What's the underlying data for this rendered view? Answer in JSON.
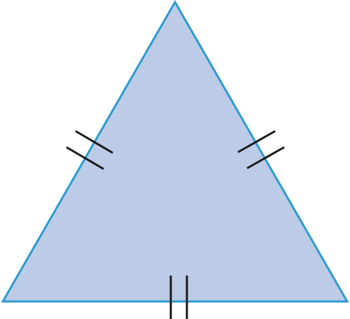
{
  "figure": {
    "shape": "equilateral triangle",
    "fill_color": "#bccce6",
    "stroke_color": "#2b9ad1",
    "tick_color": "#1a1a1a",
    "sides": [
      {
        "side": "left",
        "tick_marks": 2
      },
      {
        "side": "right",
        "tick_marks": 2
      },
      {
        "side": "bottom",
        "tick_marks": 2
      }
    ]
  }
}
